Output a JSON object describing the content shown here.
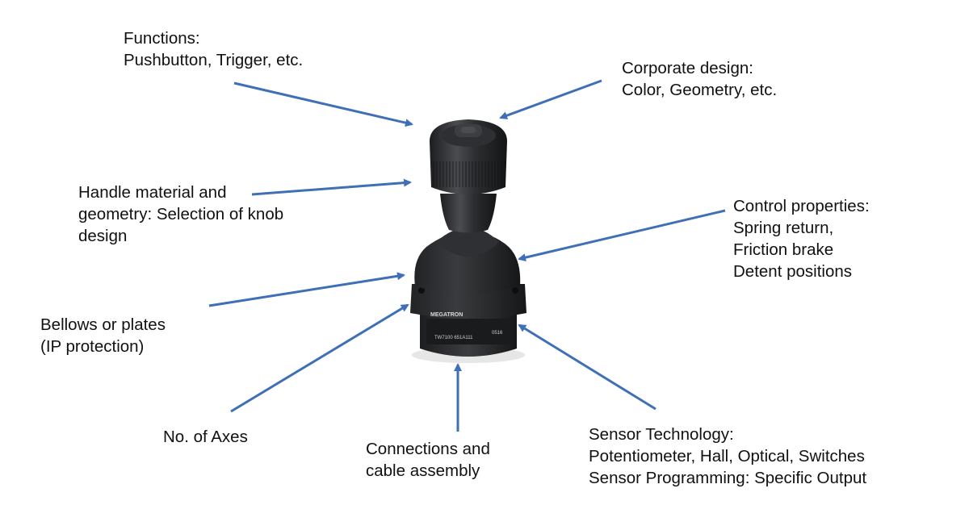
{
  "colors": {
    "arrow": "#3f6fb6",
    "text": "#111111",
    "product_body": "#2a2b2d"
  },
  "product": {
    "brand_label": "MEGATRON",
    "model_label": "TW7100 651A111",
    "code_label": "0516"
  },
  "callouts": {
    "functions": [
      "Functions:",
      "Pushbutton, Trigger, etc."
    ],
    "corporate_design": [
      "Corporate design:",
      "Color, Geometry, etc."
    ],
    "handle": [
      "Handle material and",
      "geometry: Selection of knob",
      "design"
    ],
    "control": [
      "Control properties:",
      "Spring return,",
      "Friction brake",
      "Detent positions"
    ],
    "bellows": [
      "Bellows or plates",
      "(IP protection)"
    ],
    "axes": [
      "No. of Axes"
    ],
    "connections": [
      "Connections and",
      "cable assembly"
    ],
    "sensor": [
      "Sensor Technology:",
      "Potentiometer, Hall, Optical, Switches",
      "Sensor Programming: Specific Output"
    ]
  }
}
